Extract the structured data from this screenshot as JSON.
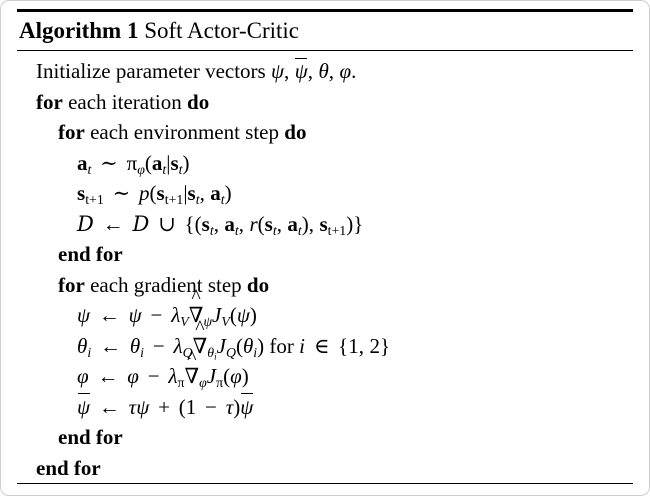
{
  "document": {
    "type": "algorithm-block",
    "title": {
      "label_bold": "Algorithm 1",
      "name": "Soft Actor-Critic"
    },
    "lines": [
      {
        "id": "line-initialize",
        "indent": 0,
        "text": "Initialize parameter vectors ψ, ψ̄, θ, φ."
      },
      {
        "id": "line-for-iteration",
        "indent": 0,
        "text": "for each iteration do",
        "keywords": [
          "for",
          "do"
        ]
      },
      {
        "id": "line-for-env-step",
        "indent": 1,
        "text": "for each environment step do",
        "keywords": [
          "for",
          "do"
        ]
      },
      {
        "id": "line-sample-action",
        "indent": 2,
        "text": "a_t ~ π_φ(a_t|s_t)"
      },
      {
        "id": "line-sample-state",
        "indent": 2,
        "text": "s_{t+1} ~ p(s_{t+1}|s_t, a_t)"
      },
      {
        "id": "line-replay-buffer",
        "indent": 2,
        "text": "D ← D ∪ {(s_t, a_t, r(s_t, a_t), s_{t+1})}"
      },
      {
        "id": "line-end-for-env",
        "indent": 1,
        "text": "end for",
        "keywords": [
          "end for"
        ]
      },
      {
        "id": "line-for-gradient-step",
        "indent": 1,
        "text": "for each gradient step do",
        "keywords": [
          "for",
          "do"
        ]
      },
      {
        "id": "line-update-psi",
        "indent": 2,
        "text": "ψ ← ψ − λ_V ∇̂_ψ J_V(ψ)"
      },
      {
        "id": "line-update-theta",
        "indent": 2,
        "text": "θ_i ← θ_i − λ_Q ∇̂_{θ_i} J_Q(θ_i) for i ∈ {1, 2}"
      },
      {
        "id": "line-update-phi",
        "indent": 2,
        "text": "φ ← φ − λ_π ∇̂_φ J_π(φ)"
      },
      {
        "id": "line-update-target",
        "indent": 2,
        "text": "ψ̄ ← τψ + (1 − τ)ψ̄"
      },
      {
        "id": "line-end-for-gradient",
        "indent": 1,
        "text": "end for",
        "keywords": [
          "end for"
        ]
      },
      {
        "id": "line-end-for-iteration",
        "indent": 0,
        "text": "end for",
        "keywords": [
          "end for"
        ]
      }
    ],
    "tokens": {
      "initialize_prefix": "Initialize parameter vectors ",
      "for": "for",
      "do": "do",
      "end_for": "end for",
      "each_iteration": " each iteration ",
      "each_environment_step": " each environment step ",
      "each_gradient_step": " each gradient step ",
      "for_i_in": " for ",
      "psi": "ψ",
      "theta": "θ",
      "phi": "φ",
      "tau": "τ",
      "pi": "π",
      "lambda": "λ",
      "nabla": "∇",
      "comma": ",",
      "period": ".",
      "sim": "∼",
      "leftarrow": "←",
      "cup": "∪",
      "in": "∈",
      "minus": "−",
      "plus": "+",
      "mid": "|",
      "D": "D",
      "J": "J",
      "V": "V",
      "Q": "Q",
      "p": "p",
      "r": "r",
      "i": "i",
      "t": "t",
      "t_plus_1": "t+1",
      "one": "1",
      "two": "2",
      "a": "a",
      "s": "s"
    },
    "colors": {
      "text": "#000000",
      "background": "#ffffff",
      "rule": "#000000",
      "frame_border": "#cfcfcf"
    }
  }
}
